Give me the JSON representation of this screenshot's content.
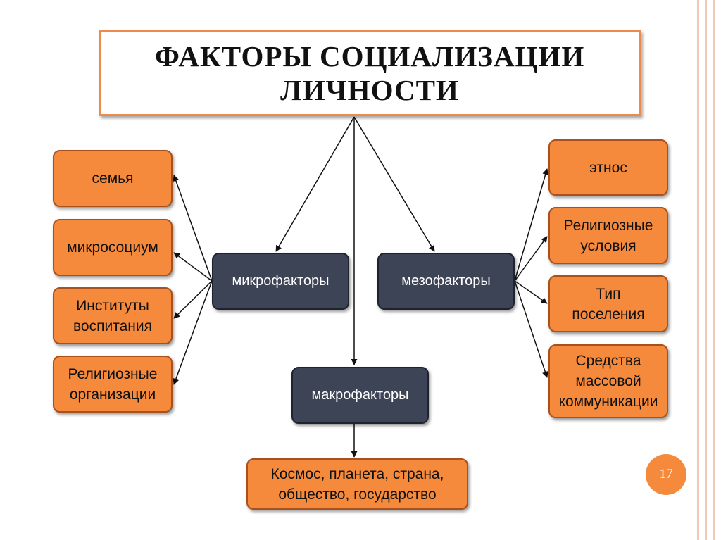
{
  "title": {
    "lines": [
      "ФАКТОРЫ СОЦИАЛИЗАЦИИ",
      "ЛИЧНОСТИ"
    ]
  },
  "groups": {
    "micro": {
      "label": "микрофакторы",
      "items": [
        [
          "семья"
        ],
        [
          "микросоциум"
        ],
        [
          "Институты",
          "воспитания"
        ],
        [
          "Религиозные",
          "организации"
        ]
      ]
    },
    "meso": {
      "label": "мезофакторы",
      "items": [
        [
          "этнос"
        ],
        [
          "Религиозные",
          "условия"
        ],
        [
          "Тип",
          "поселения"
        ],
        [
          "Средства",
          "массовой",
          "коммуникации"
        ]
      ]
    },
    "macro": {
      "label": "макрофакторы",
      "items": [
        [
          "Космос, планета, страна,",
          "общество, государство"
        ]
      ]
    }
  },
  "page_number": "17",
  "colors": {
    "accent_orange": "#f58a3d",
    "dark_box": "#3d4456",
    "title_border": "#f08a4b",
    "arrow": "#111111"
  }
}
